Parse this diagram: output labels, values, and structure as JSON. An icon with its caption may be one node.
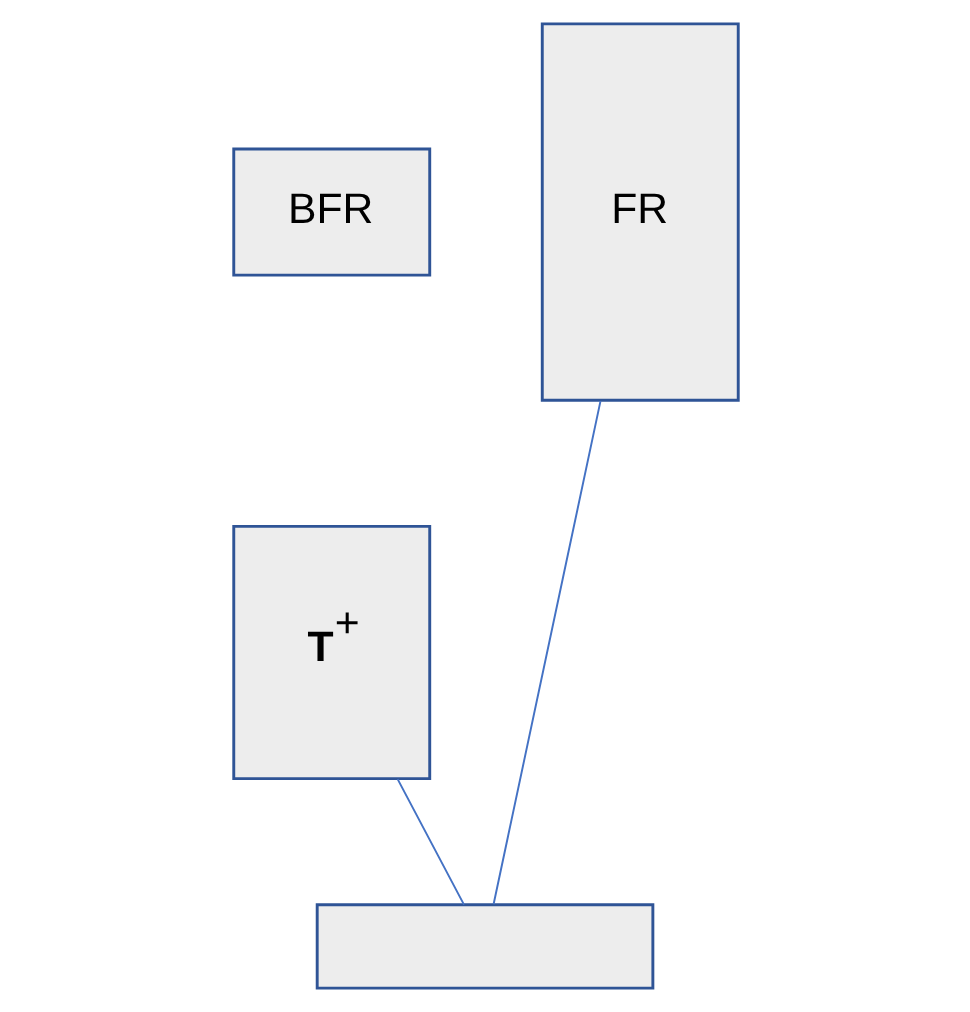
{
  "diagram": {
    "nodes": [
      {
        "text": [
          "BFR"
        ]
      },
      {
        "text": [
          "**T**$^{+}$"
        ]
      },
      {
        "text": [
          "FR"
        ]
      },
      {
        "text": [],
        "shape": "box"
      }
    ],
    "edges": [
      {
        "from": 1,
        "to": 3,
        "arrow": "none"
      },
      {
        "from": 2,
        "to": 3,
        "arrow": "none"
      }
    ]
  }
}
